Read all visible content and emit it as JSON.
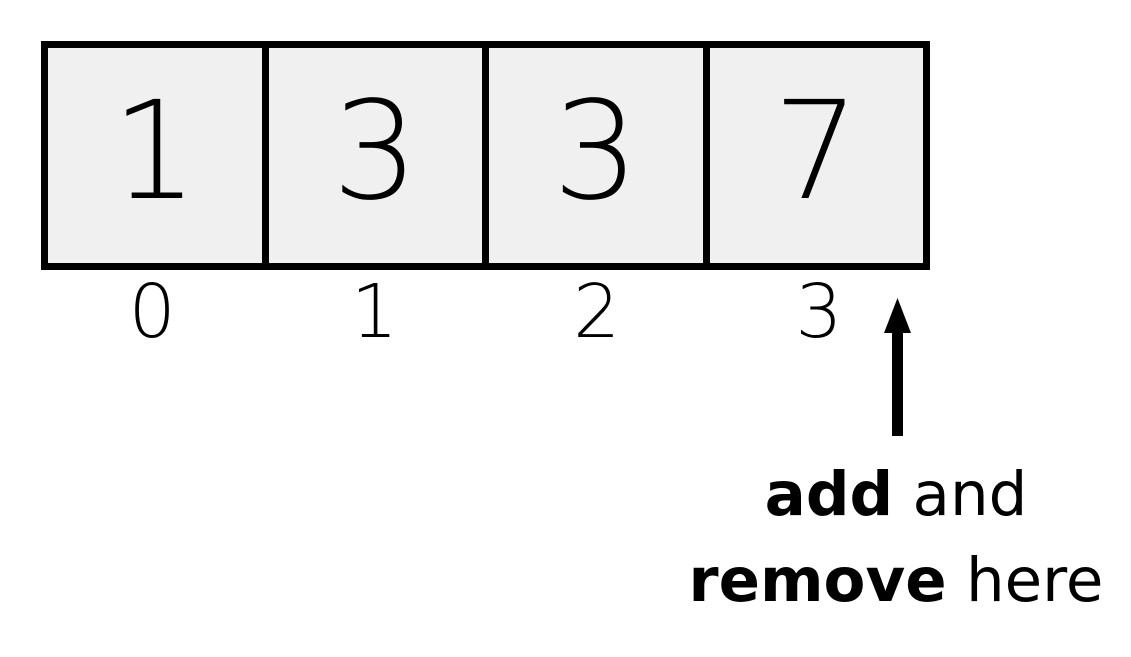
{
  "diagram": {
    "title": "array-with-tail-pointer",
    "background_color": "#ffffff",
    "array": {
      "name": "array",
      "cell_fill_color": "#f0f0f0",
      "border_color": "#000000",
      "cells": [
        {
          "index_label": "0",
          "value": "1"
        },
        {
          "index_label": "1",
          "value": "3"
        },
        {
          "index_label": "2",
          "value": "3"
        },
        {
          "index_label": "3",
          "value": "7"
        }
      ]
    },
    "pointer": {
      "icon": "up-arrow-icon",
      "color": "#000000",
      "points_to_index": "3",
      "caption": {
        "line1_bold": "add",
        "line1_rest": " and",
        "line2_bold": "remove",
        "line2_rest": " here"
      }
    }
  }
}
